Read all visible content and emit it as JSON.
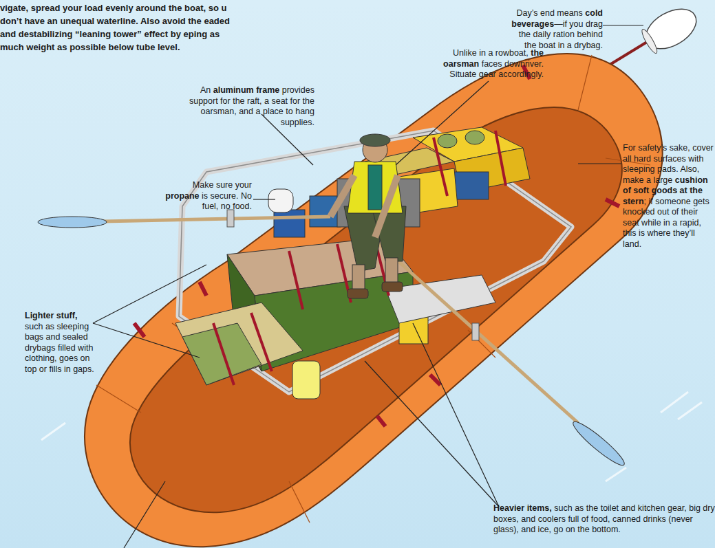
{
  "diagram": {
    "labels": [
      "vigate, spread your load evenly around the boat, so u don’t have an unequal waterline. Also avoid the eaded and destabilizing “leaning tower” effect by eping as much weight as possible below tube level.",
      "Day’s end means cold beverages—if you drag the daily ration behind the boat in a drybag.",
      "Unlike in a rowboat, the oarsman faces downriver. Situate gear accordingly.",
      "An aluminum frame provides support for the raft, a seat for the oarsman, and a place to hang supplies.",
      "For safety’s sake, cover all hard surfaces with sleeping pads. Also, make a large cushion of soft goods at the stern; if someone gets knocked out of their seat while in a rapid, this is where they’ll land.",
      "Make sure your propane is secure. No fuel, no food.",
      "Lighter stuff, such as sleeping bags and sealed drybags filled with clothing, goes on top or fills in gaps.",
      "Heavier items, such as the toilet and kitchen gear, big dry boxes, and coolers full of food, canned drinks (never glass), and ice, go on the bottom."
    ]
  }
}
